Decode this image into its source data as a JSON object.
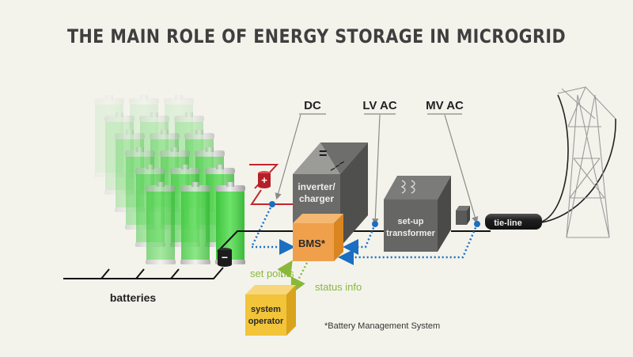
{
  "title": "THE MAIN ROLE OF ENERGY STORAGE IN MICROGRID",
  "labels": {
    "dc": "DC",
    "lv_ac": "LV AC",
    "mv_ac": "MV AC",
    "inverter_line1": "inverter/",
    "inverter_line2": "charger",
    "inverter_dc_symbol": "=",
    "inverter_ac_symbol": "~~~",
    "transformer_line1": "set-up",
    "transformer_line2": "transformer",
    "bms": "BMS*",
    "tie_line": "tie-line",
    "set_points": "set points",
    "status_info": "status info",
    "operator_line1": "system",
    "operator_line2": "operator",
    "batteries": "batteries",
    "footnote": "*Battery Management System",
    "positive_terminal": "+",
    "negative_terminal": "−"
  },
  "colors": {
    "background": "#f3f3ec",
    "title": "#3f3f3f",
    "battery_green": "#4fd24f",
    "bms_orange": "#f0a04b",
    "operator_yellow": "#f2c43a",
    "box_gray": "#6b6b69",
    "signal_blue": "#1a6fc0",
    "control_green": "#8ab83a",
    "dc_red": "#c4242b"
  }
}
